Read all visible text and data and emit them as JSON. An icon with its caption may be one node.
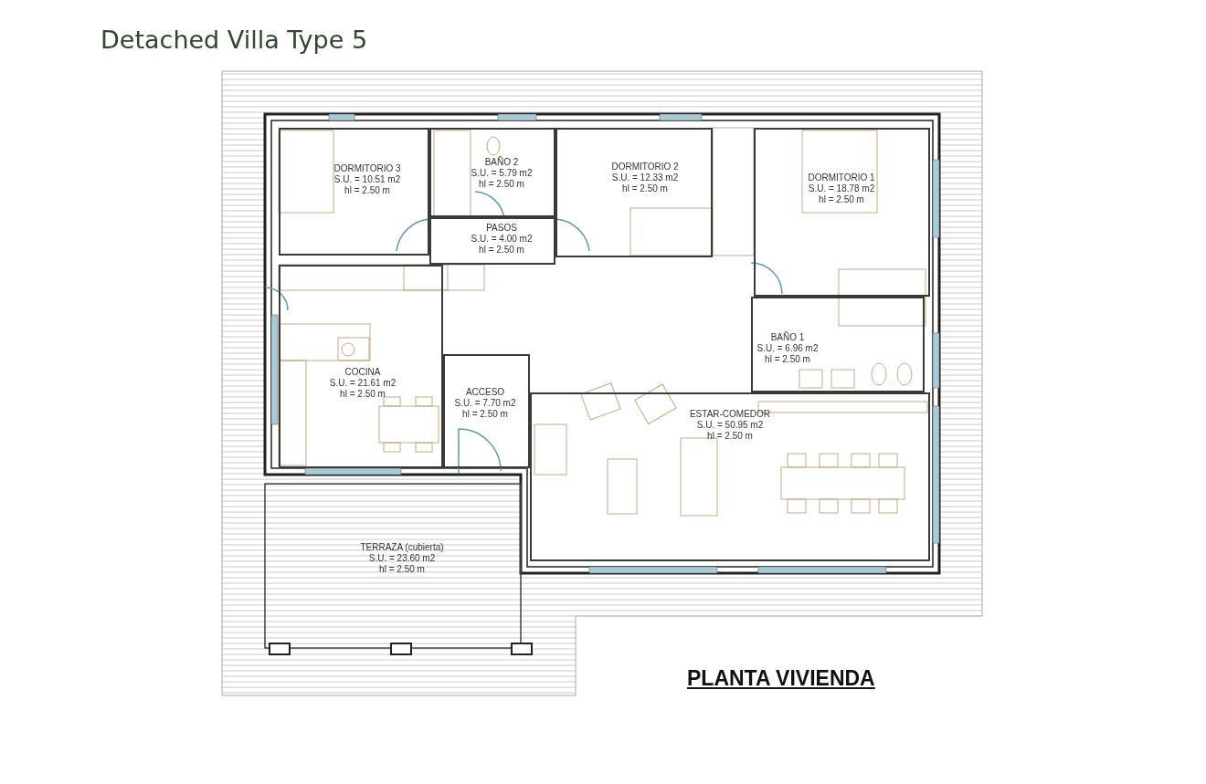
{
  "diagram": {
    "title": "Detached Villa Type 5",
    "nodes": [
      {
        "text": [
          "DORMITORIO 3",
          "S.U. = 10.51 m2",
          "hl = 2.50 m"
        ]
      },
      {
        "text": [
          "BAÑO 2",
          "S.U. = 5.79 m2",
          "hl = 2.50 m"
        ]
      },
      {
        "text": [
          "PASOS",
          "S.U. = 4.00 m2",
          "hl = 2.50 m"
        ]
      },
      {
        "text": [
          "DORMITORIO 2",
          "S.U. = 12.33 m2",
          "hl = 2.50 m"
        ]
      },
      {
        "text": [
          "DORMITORIO 1",
          "S.U. = 18.78 m2",
          "hl = 2.50 m"
        ]
      },
      {
        "text": [
          "COCINA",
          "S.U. = 21.61 m2",
          "hl = 2.50 m"
        ]
      },
      {
        "text": [
          "ACCESO",
          "S.U. = 7.70 m2",
          "hl = 2.50 m"
        ]
      },
      {
        "text": [
          "BAÑO 1",
          "S.U. = 6.96 m2",
          "hl = 2.50 m"
        ]
      },
      {
        "text": [
          "ESTAR-COMEDOR",
          "S.U. = 50.95 m2",
          "hl = 2.50 m"
        ]
      },
      {
        "text": [
          "TERRAZA (cubierta)",
          "S.U. = 23.60 m2",
          "hl = 2.50 m"
        ]
      }
    ],
    "labels": [
      "PLANTA VIVIENDA"
    ]
  }
}
